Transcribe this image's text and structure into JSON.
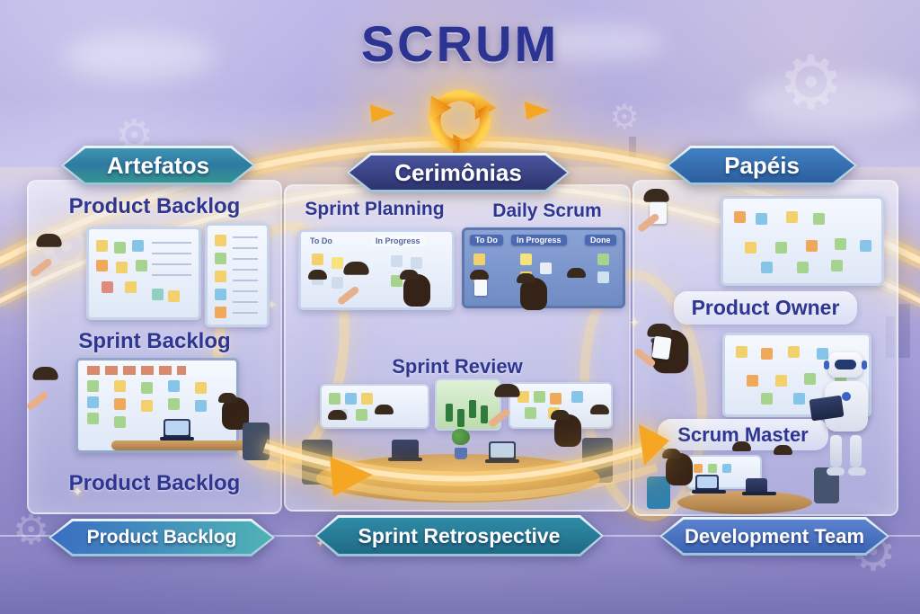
{
  "title": "SCRUM",
  "artifacts": {
    "header": "Artefatos",
    "items": [
      "Product Backlog",
      "Sprint Backlog",
      "Product Backlog"
    ],
    "footer": "Product Backlog"
  },
  "ceremonies": {
    "header": "Cerimônias",
    "items": [
      "Sprint Planning",
      "Daily Scrum",
      "Sprint Review"
    ],
    "planning_board": [
      "To Do",
      "In Progress"
    ],
    "daily_board": [
      "To Do",
      "In Progress",
      "Done"
    ],
    "footer": "Sprint Retrospective"
  },
  "roles": {
    "header": "Papéis",
    "items": [
      "Product Owner",
      "Scrum Master"
    ],
    "footer": "Development Team"
  },
  "icons": {
    "cycle": "scrum-cycle-icon",
    "gear": "gear-icon",
    "sparkle": "sparkle-icon"
  },
  "colors": {
    "title_navy": "#2c3493",
    "label_navy": "#2e3691",
    "accent_gold": "#f5a623",
    "banner_teal": "#2e7aa0",
    "banner_navy": "#2d346e",
    "banner_blue": "#2c5e9e",
    "banner_retro": "#1f6a85",
    "banner_dev": "#3c63b2"
  }
}
